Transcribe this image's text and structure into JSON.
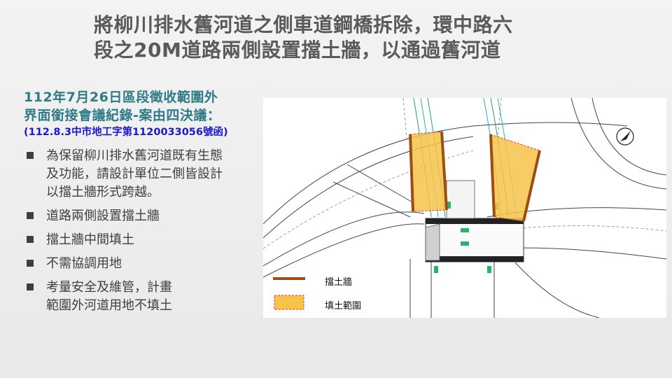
{
  "title": {
    "line1": "將柳川排水舊河道之側車道鋼橋拆除，環中路六",
    "line2": "段之20M道路兩側設置擋土牆，以通過舊河道"
  },
  "section": {
    "heading_line1": "112年7月26日區段徵收範圍外",
    "heading_line2": "界面銜接會議紀錄-案由四決議：",
    "reference": "(112.8.3中市地工字第1120033056號函)"
  },
  "bullets": [
    {
      "line1": "為保留柳川排水舊河道既有生態",
      "line2": "及功能，請設計單位二側皆設計",
      "line3": "以擋土牆形式跨越。"
    },
    {
      "line1": "道路兩側設置擋土牆"
    },
    {
      "line1": "擋土牆中間填土"
    },
    {
      "line1": "不需協調用地"
    },
    {
      "line1": "考量安全及維管，計畫",
      "line2": "範圍外河道用地不填土"
    }
  ],
  "legend": {
    "wall_label": "擋土牆",
    "fill_label": "填土範圍"
  },
  "colors": {
    "title": "#5a5a5a",
    "heading": "#2f7c88",
    "reference": "#1a1acc",
    "wall": "#9c4f12",
    "fill": "#f7c34a",
    "fill_border": "#e23a2a"
  }
}
